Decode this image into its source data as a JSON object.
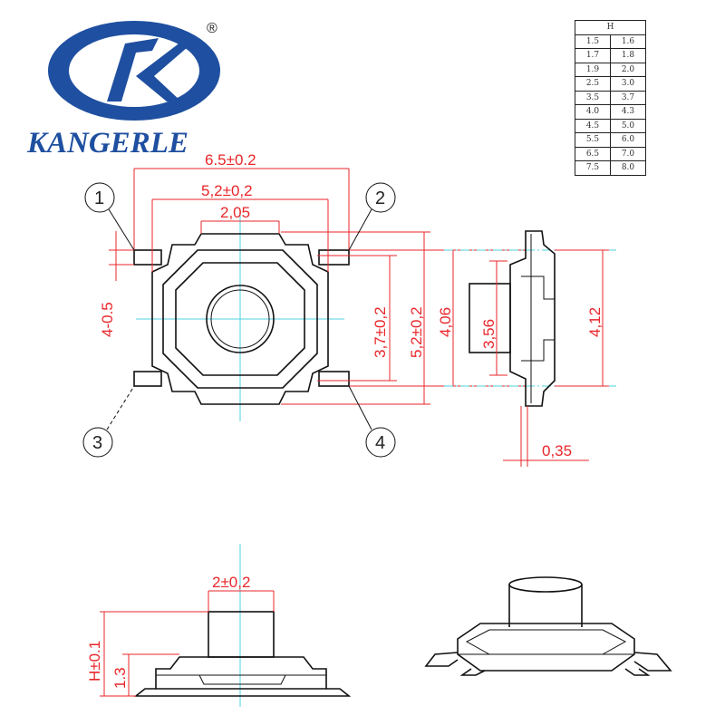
{
  "logo": {
    "brand": "KANGERLE",
    "mark": "®",
    "colors": {
      "blue": "#1f4fa0"
    }
  },
  "dimensions": {
    "overall_width": "6.5±0.2",
    "body_width": "5,2±0,2",
    "lead_spacing": "2,05",
    "lead_width": "4-0.5",
    "inner_height": "3,7±0,2",
    "body_height": "5,2±0,2",
    "lead_span": "4,06",
    "actuator_height": "3,56",
    "side_length": "4,12",
    "terminal_thickness": "0,35",
    "actuator_diameter": "2±0,2",
    "total_height": "H±0.1",
    "base_height": "1.3"
  },
  "callouts": [
    "1",
    "2",
    "3",
    "4"
  ],
  "h_table": {
    "header": "H",
    "rows": [
      [
        "1.5",
        "1.6"
      ],
      [
        "1.7",
        "1.8"
      ],
      [
        "1.9",
        "2.0"
      ],
      [
        "2.5",
        "3.0"
      ],
      [
        "3.5",
        "3.7"
      ],
      [
        "4.0",
        "4.3"
      ],
      [
        "4.5",
        "5.0"
      ],
      [
        "5.5",
        "6.0"
      ],
      [
        "6.5",
        "7.0"
      ],
      [
        "7.5",
        "8.0"
      ]
    ]
  },
  "colors": {
    "dimension": "#e8262a",
    "centerline": "#4fd2e0",
    "outline": "#111111"
  }
}
